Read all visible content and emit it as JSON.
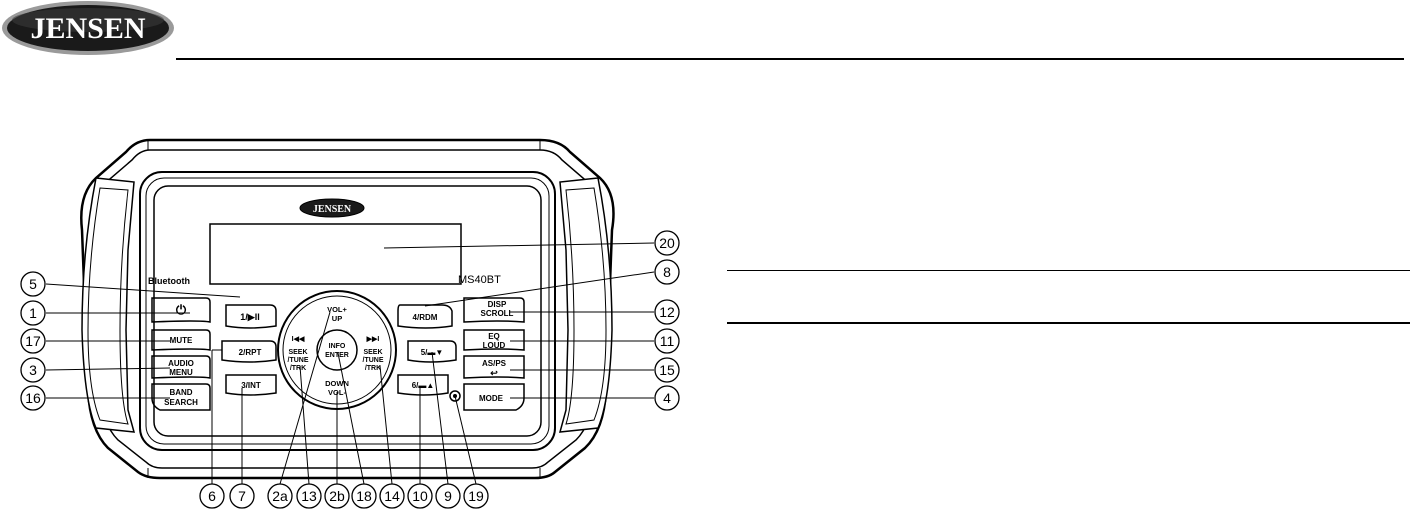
{
  "header": {
    "logo_text": "JENSEN",
    "logo_colors": {
      "outer": "#9a9a9a",
      "inner": "#1a1a1a",
      "text": "#ffffff"
    }
  },
  "device": {
    "brand_badge": "JENSEN",
    "model": "MS40BT",
    "bluetooth_label": "Bluetooth",
    "buttons": {
      "power_icon": "⏻",
      "mute": "MUTE",
      "audio_line1": "AUDIO",
      "audio_line2": "MENU",
      "band_line1": "BAND",
      "band_line2": "SEARCH",
      "play_pause": "1/▶II",
      "repeat": "2/RPT",
      "intro": "3/INT",
      "random": "4/RDM",
      "folder_down": "5/▬▼",
      "folder_up": "6/▬▲",
      "disp_line1": "DISP",
      "disp_line2": "SCROLL",
      "eq_line1": "EQ",
      "eq_line2": "LOUD",
      "asps_line1": "AS/PS",
      "asps_line2": "↩",
      "mode": "MODE"
    },
    "knob": {
      "vol_up_line1": "VOL+",
      "vol_up_line2": "UP",
      "down_line1": "DOWN",
      "down_line2": "VOL-",
      "seek_left_icon": "I◀◀",
      "seek_left_line1": "SEEK",
      "seek_left_line2": "/TUNE",
      "seek_left_line3": "/TRK",
      "seek_right_icon": "▶▶I",
      "seek_right_line1": "SEEK",
      "seek_right_line2": "/TUNE",
      "seek_right_line3": "/TRK",
      "center_line1": "INFO",
      "center_line2": "ENTER"
    }
  },
  "callouts": {
    "c1": "1",
    "c2a": "2a",
    "c2b": "2b",
    "c3": "3",
    "c4": "4",
    "c5": "5",
    "c6": "6",
    "c7": "7",
    "c8": "8",
    "c9": "9",
    "c10": "10",
    "c11": "11",
    "c12": "12",
    "c13": "13",
    "c14": "14",
    "c15": "15",
    "c16": "16",
    "c17": "17",
    "c18": "18",
    "c19": "19",
    "c20": "20"
  }
}
